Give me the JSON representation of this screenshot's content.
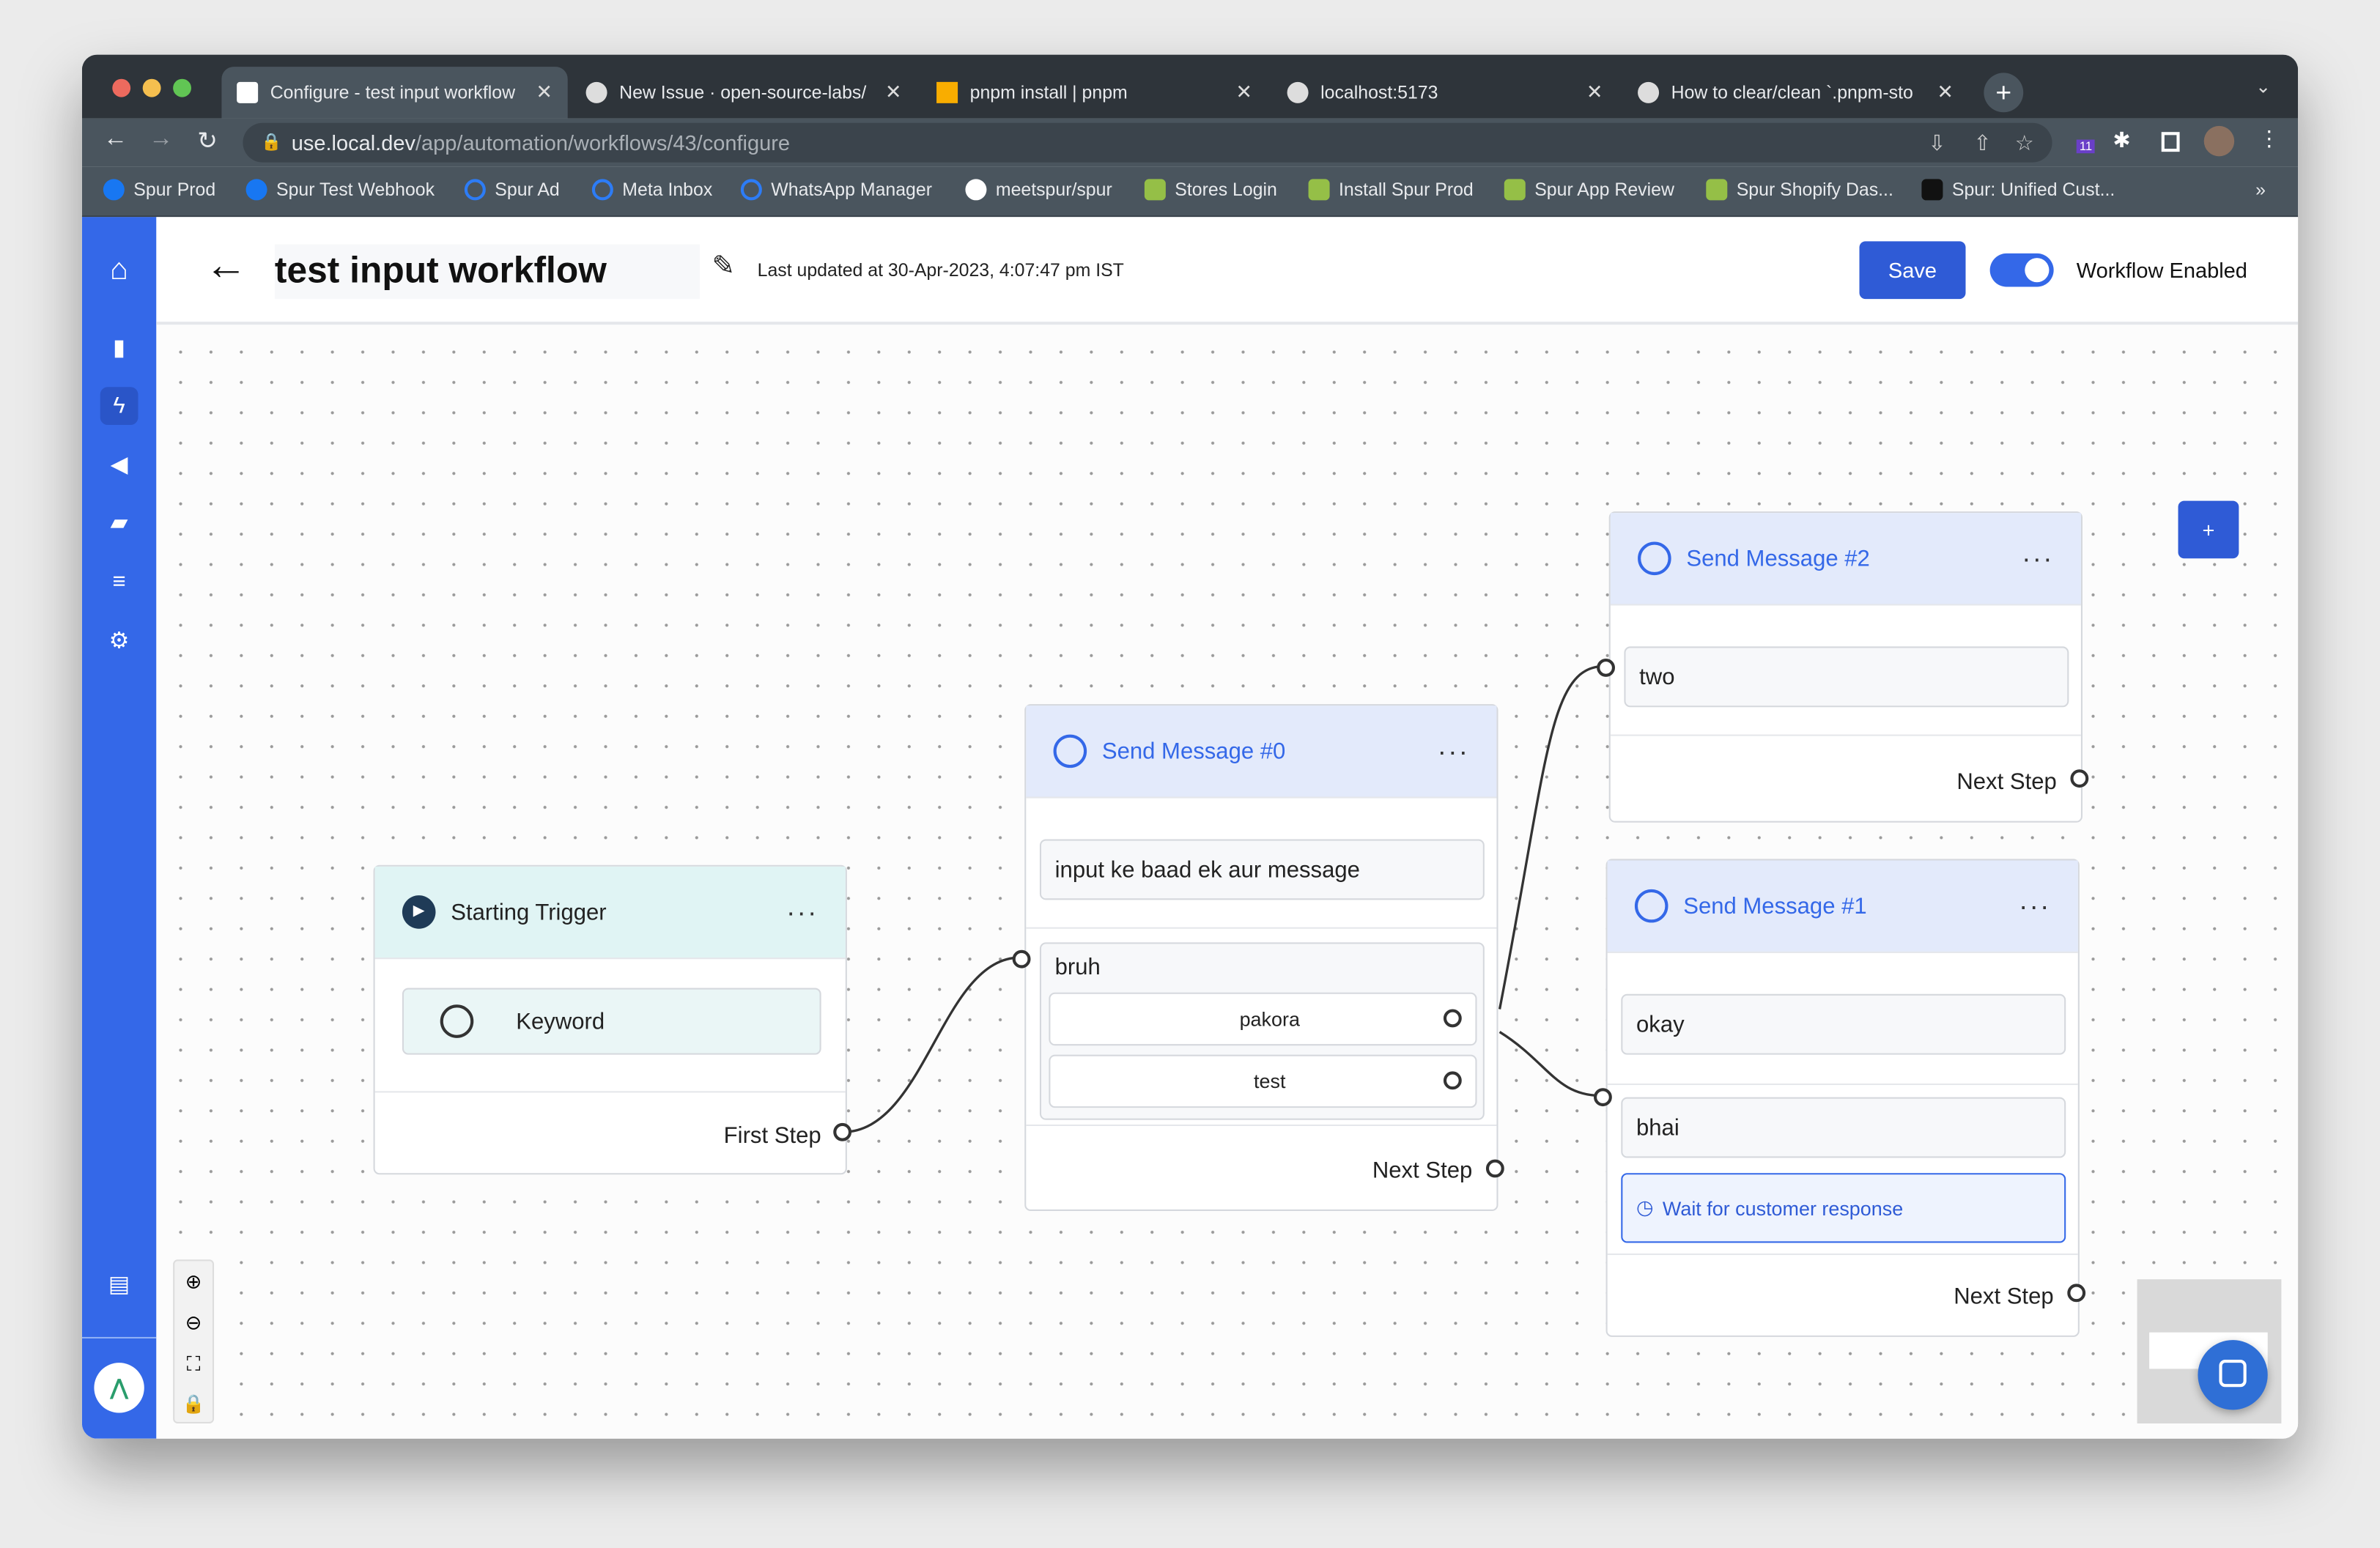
{
  "browser": {
    "tabs": [
      {
        "title": "Configure - test input workflow",
        "active": true
      },
      {
        "title": "New Issue · open-source-labs/"
      },
      {
        "title": "pnpm install | pnpm"
      },
      {
        "title": "localhost:5173"
      },
      {
        "title": "How to clear/clean `.pnpm-sto"
      }
    ],
    "url_host": "use.local.dev",
    "url_path": "/app/automation/workflows/43/configure",
    "extension_badge": "11",
    "bookmarks": [
      "Spur Prod",
      "Spur Test Webhook",
      "Spur Ad",
      "Meta Inbox",
      "WhatsApp Manager",
      "meetspur/spur",
      "Stores Login",
      "Install Spur Prod",
      "Spur App Review",
      "Spur Shopify Das...",
      "Spur: Unified Cust..."
    ],
    "bookmark_overflow": "»"
  },
  "header": {
    "title": "test input workflow",
    "last_updated": "Last updated at 30-Apr-2023, 4:07:47 pm IST",
    "save_label": "Save",
    "toggle_label": "Workflow Enabled",
    "enabled": true
  },
  "colors": {
    "brand": "#3468e8",
    "save": "#2f5bd6",
    "trigger_header": "#e0f4f4",
    "message_header": "#e3eafb"
  },
  "nodes": {
    "trigger": {
      "title": "Starting Trigger",
      "keyword": "Keyword",
      "next": "First Step"
    },
    "msg0": {
      "title": "Send Message #0",
      "message": "input ke baad ek aur message",
      "input": "bruh",
      "buttons": [
        "pakora",
        "test"
      ],
      "next": "Next Step"
    },
    "msg2": {
      "title": "Send Message #2",
      "message": "two",
      "next": "Next Step"
    },
    "msg1": {
      "title": "Send Message #1",
      "message": "okay",
      "input": "bhai",
      "wait": "Wait for customer response",
      "next": "Next Step"
    }
  },
  "canvas": {
    "add_label": "+"
  }
}
